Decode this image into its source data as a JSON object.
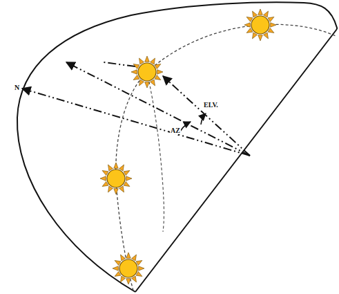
{
  "diagram": {
    "labels": [
      "N",
      "AZ",
      "ELV."
    ]
  }
}
